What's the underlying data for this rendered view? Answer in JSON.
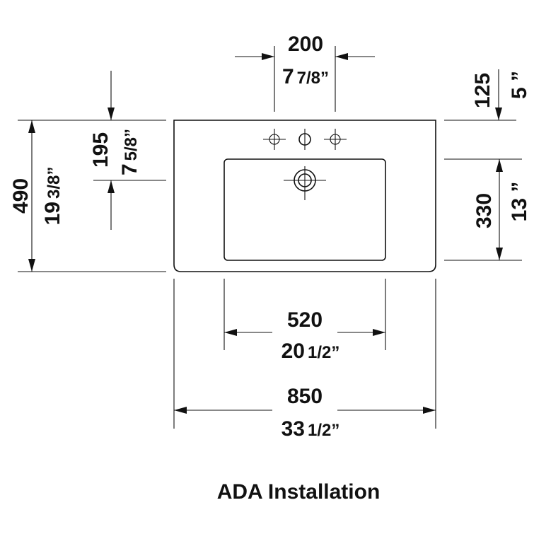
{
  "caption": "ADA Installation",
  "dimensions": {
    "faucet_spacing": {
      "mm": "200",
      "in_whole": "7",
      "in_frac": "7/8”"
    },
    "top_offset": {
      "mm": "125",
      "in": "5 ”"
    },
    "tap_offset": {
      "mm": "195",
      "in_whole": "7",
      "in_frac": "5/8”"
    },
    "depth": {
      "mm": "490",
      "in_whole": "19",
      "in_frac": "3/8”"
    },
    "bowl_depth": {
      "mm": "330",
      "in": "13 ”"
    },
    "bowl_width": {
      "mm": "520",
      "in_whole": "20",
      "in_frac": "1/2”"
    },
    "overall_width": {
      "mm": "850",
      "in_whole": "33",
      "in_frac": "1/2”"
    }
  }
}
